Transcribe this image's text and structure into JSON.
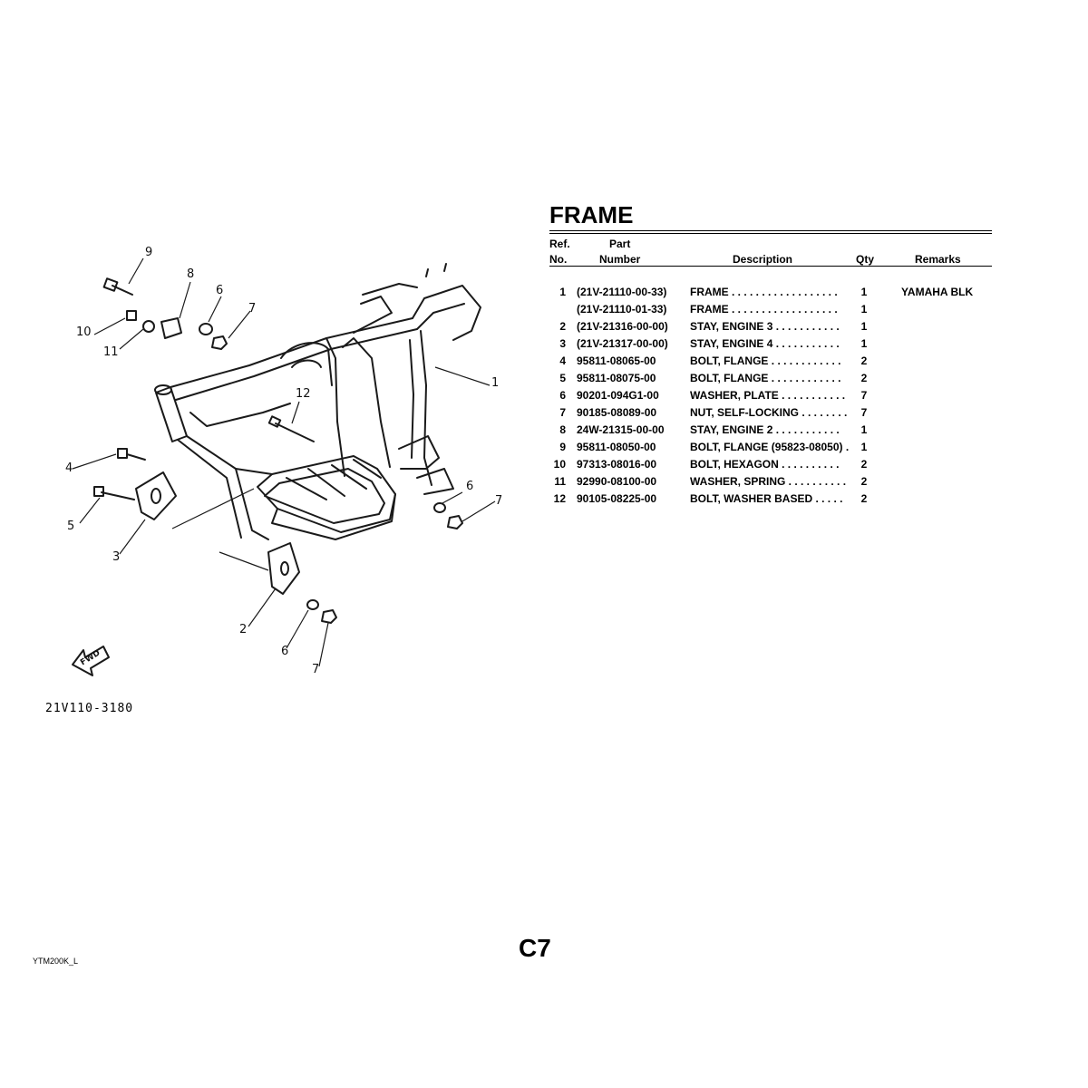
{
  "title": "FRAME",
  "headers": {
    "ref_line1": "Ref.",
    "ref_line2": "No.",
    "part_line1": "Part",
    "part_line2": "Number",
    "description": "Description",
    "qty": "Qty",
    "remarks": "Remarks"
  },
  "parts": [
    {
      "ref": "1",
      "number": "(21V-21110-00-33)",
      "description": "FRAME  . . . . . . . . . . . . . . . . . .",
      "qty": "1",
      "remarks": "YAMAHA BLK"
    },
    {
      "ref": "",
      "number": "(21V-21110-01-33)",
      "description": "FRAME  . . . . . . . . . . . . . . . . . .",
      "qty": "1",
      "remarks": ""
    },
    {
      "ref": "2",
      "number": "(21V-21316-00-00)",
      "description": "STAY, ENGINE 3  . . . . . . . . . . .",
      "qty": "1",
      "remarks": ""
    },
    {
      "ref": "3",
      "number": "(21V-21317-00-00)",
      "description": "STAY, ENGINE 4  . . . . . . . . . . .",
      "qty": "1",
      "remarks": ""
    },
    {
      "ref": "4",
      "number": "95811-08065-00",
      "description": "BOLT, FLANGE  . . . . . . . . . . . .",
      "qty": "2",
      "remarks": ""
    },
    {
      "ref": "5",
      "number": "95811-08075-00",
      "description": "BOLT, FLANGE  . . . . . . . . . . . .",
      "qty": "2",
      "remarks": ""
    },
    {
      "ref": "6",
      "number": "90201-094G1-00",
      "description": "WASHER, PLATE . . . . . . . . . . .",
      "qty": "7",
      "remarks": ""
    },
    {
      "ref": "7",
      "number": "90185-08089-00",
      "description": "NUT, SELF-LOCKING  . . . . . . . .",
      "qty": "7",
      "remarks": ""
    },
    {
      "ref": "8",
      "number": "24W-21315-00-00",
      "description": "STAY, ENGINE 2  . . . . . . . . . . .",
      "qty": "1",
      "remarks": ""
    },
    {
      "ref": "9",
      "number": "95811-08050-00",
      "description": "BOLT, FLANGE (95823-08050)  .",
      "qty": "1",
      "remarks": ""
    },
    {
      "ref": "10",
      "number": "97313-08016-00",
      "description": "BOLT, HEXAGON  . . . . . . . . . .",
      "qty": "2",
      "remarks": ""
    },
    {
      "ref": "11",
      "number": "92990-08100-00",
      "description": "WASHER, SPRING . . . . . . . . . .",
      "qty": "2",
      "remarks": ""
    },
    {
      "ref": "12",
      "number": "90105-08225-00",
      "description": "BOLT, WASHER BASED  . . . . .",
      "qty": "2",
      "remarks": ""
    }
  ],
  "diagram": {
    "code": "21V110-3180",
    "fwd_label": "FWD",
    "callouts": [
      "9",
      "8",
      "6",
      "7",
      "10",
      "11",
      "1",
      "12",
      "4",
      "5",
      "3",
      "6",
      "7",
      "2",
      "6",
      "7"
    ]
  },
  "page_number": "C7",
  "doc_code": "YTM200K_L"
}
